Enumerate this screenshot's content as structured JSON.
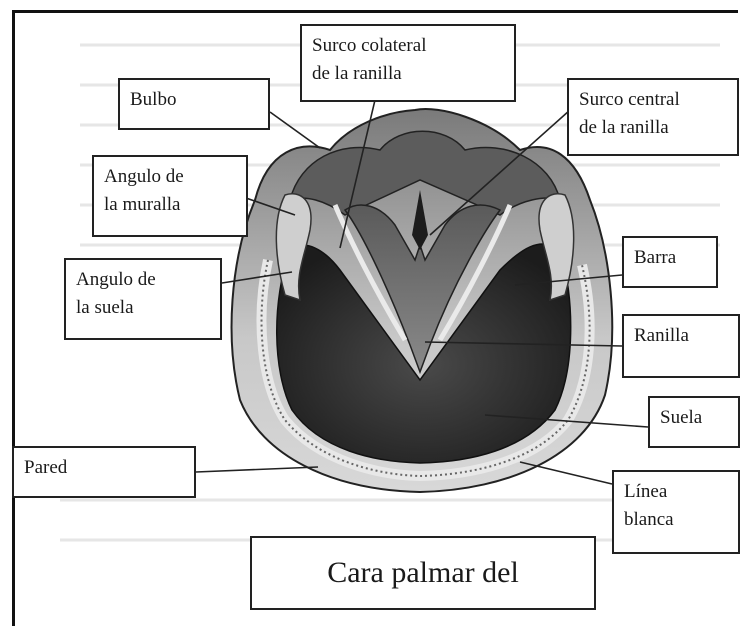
{
  "labels": {
    "bulbo": "Bulbo",
    "surco_colateral": "Surco colateral\nde la ranilla",
    "surco_central": "Surco central\nde la ranilla",
    "angulo_muralla": "Angulo de\nla muralla",
    "angulo_suela": "Angulo de\nla suela",
    "barra": "Barra",
    "ranilla": "Ranilla",
    "suela": "Suela",
    "pared": "Pared",
    "linea_blanca": "Línea\nblanca"
  },
  "caption": "Cara palmar del",
  "colors": {
    "wall": "#bdbdbd",
    "sole": "#2e2e2e",
    "frog": "#9c9c9c",
    "leader": "#222222"
  }
}
